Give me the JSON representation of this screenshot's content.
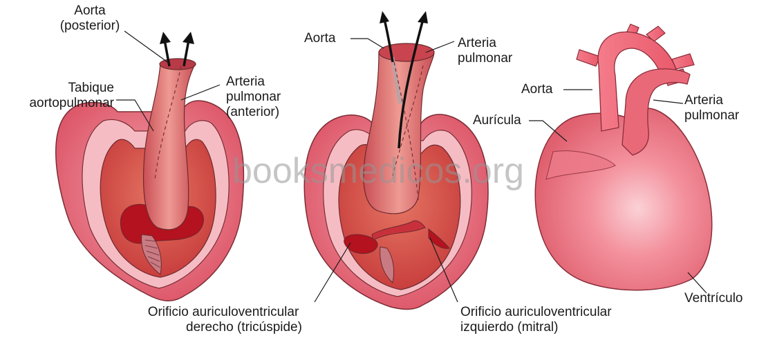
{
  "palette": {
    "outer_wall": "#e56a79",
    "pericardium": "#f6bcc3",
    "chamber": "#d9534f",
    "deep_chamber": "#b3121e",
    "trunk": "#e57b78",
    "outline": "#6b2a2f",
    "label_line": "#1a1a1a",
    "heart_body": "#f0707f",
    "watermark": "#969696"
  },
  "icons": [
    "arrow-up-icon"
  ],
  "figure_left": {
    "aorta_posterior": [
      "Aorta",
      "(posterior)"
    ],
    "tabique": [
      "Tabique",
      "aortopulmonar"
    ],
    "arteria_pulmonar_anterior": [
      "Arteria",
      "pulmonar",
      "(anterior)"
    ]
  },
  "figure_middle": {
    "aorta": "Aorta",
    "arteria_pulmonar": [
      "Arteria",
      "pulmonar"
    ],
    "orificio_derecho": [
      "Orificio auriculoventricular",
      "derecho (tricúspide)"
    ],
    "orificio_izquierdo": [
      "Orificio auriculoventricular",
      "izquierdo (mitral)"
    ]
  },
  "figure_right": {
    "aorta": "Aorta",
    "auricula": "Aurícula",
    "arteria_pulmonar": [
      "Arteria",
      "pulmonar"
    ],
    "ventriculo": "Ventrículo"
  },
  "watermark": "booksmedicos.org"
}
